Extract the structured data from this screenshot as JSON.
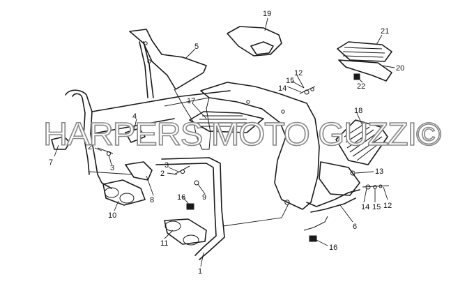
{
  "watermark": "HARPERS MOTO GUZZI©",
  "callouts": [
    "1",
    "2",
    "2",
    "3",
    "3",
    "4",
    "5",
    "6",
    "7",
    "8",
    "9",
    "10",
    "11",
    "12",
    "12",
    "13",
    "14",
    "14",
    "15",
    "15",
    "16",
    "16",
    "17",
    "18",
    "19",
    "20",
    "21",
    "22"
  ]
}
